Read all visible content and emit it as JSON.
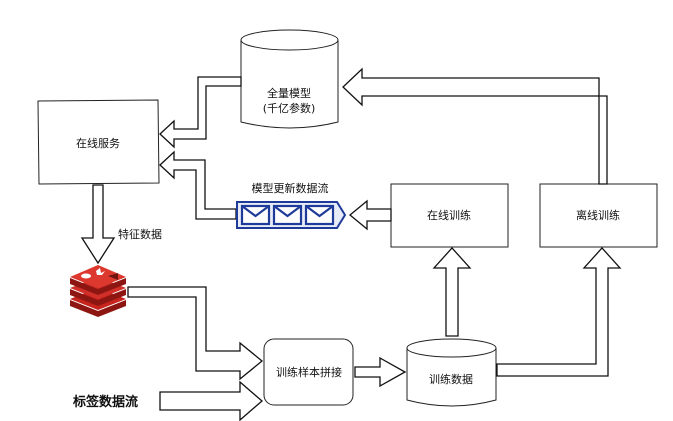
{
  "nodes": {
    "online_service": "在线服务",
    "full_model_line1": "全量模型",
    "full_model_line2": "(千亿参数)",
    "online_training": "在线训练",
    "offline_training": "离线训练",
    "sample_join": "训练样本拼接",
    "training_data": "训练数据"
  },
  "labels": {
    "model_update_stream": "模型更新数据流",
    "feature_data": "特征数据",
    "label_stream": "标签数据流"
  },
  "colors": {
    "stroke": "#111111",
    "queue_blue": "#1f3b9a",
    "redis_red": "#c8241e"
  },
  "icons": {
    "queue": "message-queue-icon",
    "cache": "redis-icon"
  }
}
